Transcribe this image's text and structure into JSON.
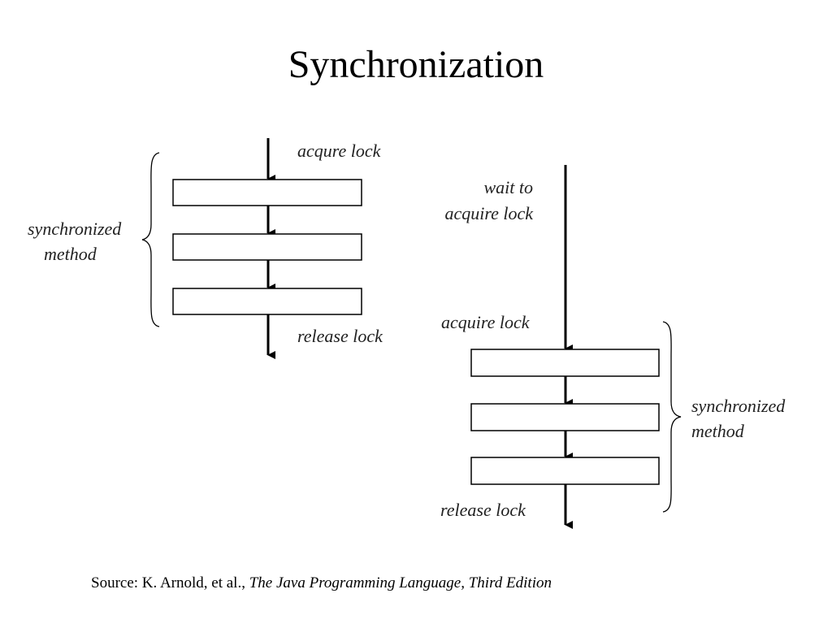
{
  "title": "Synchronization",
  "left_diagram": {
    "acquire_label": "acqure lock",
    "release_label": "release lock",
    "brace_label_line1": "synchronized",
    "brace_label_line2": "method"
  },
  "right_diagram": {
    "wait_label_line1": "wait to",
    "wait_label_line2": "acquire lock",
    "acquire_label": "acquire lock",
    "release_label": "release lock",
    "brace_label_line1": "synchronized",
    "brace_label_line2": "method"
  },
  "source": {
    "prefix": "Source: K. Arnold, et al., ",
    "book": "The Java Programming Language, Third Edition"
  }
}
